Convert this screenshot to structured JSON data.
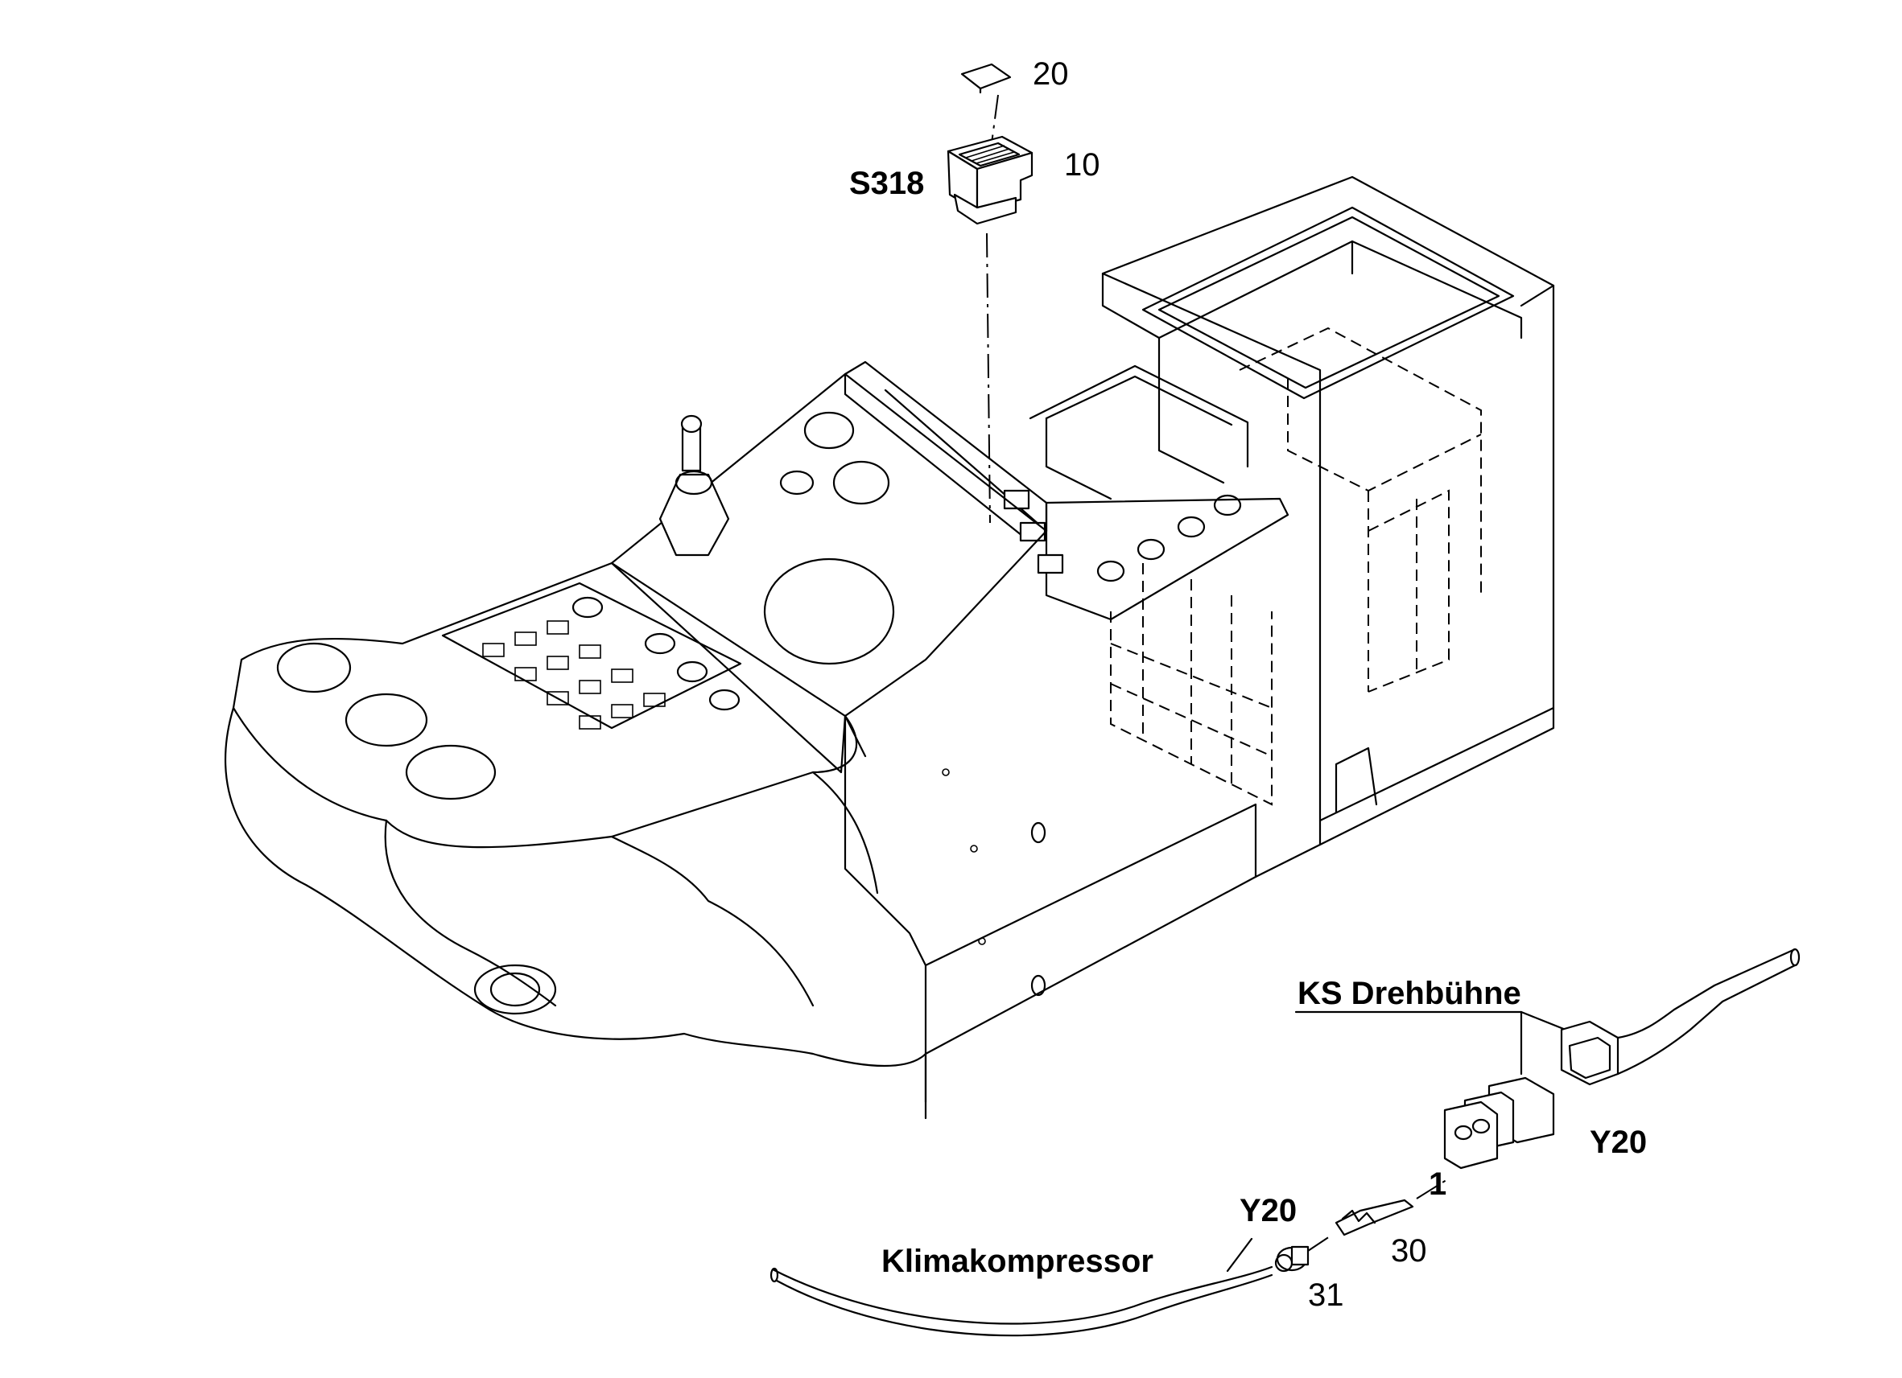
{
  "labels": {
    "part_20": "20",
    "part_10": "10",
    "switch_s318": "S318",
    "ks_drehbuehne": "KS Drehbühne",
    "y20_upper": "Y20",
    "part_1": "1",
    "y20_lower": "Y20",
    "part_30": "30",
    "klimakompressor": "Klimakompressor",
    "part_31": "31"
  }
}
